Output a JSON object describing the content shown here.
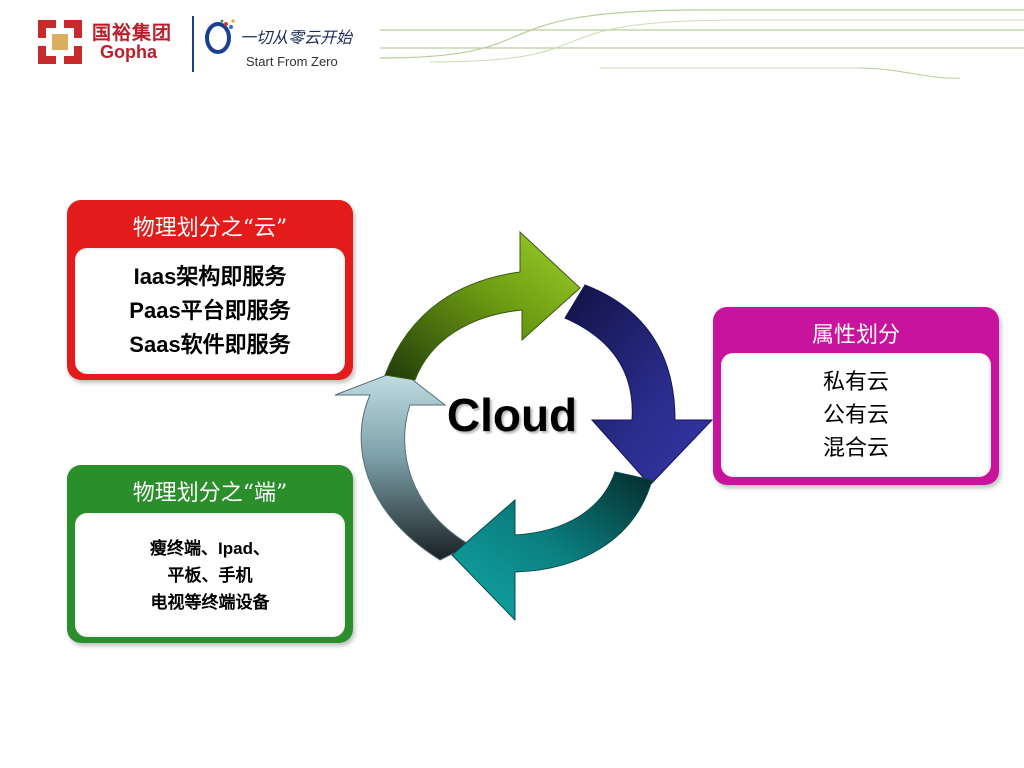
{
  "header": {
    "brand_cn": "国裕集团",
    "brand_en": "Gopha",
    "slogan_cn": "一切从零云开始",
    "slogan_en": "Start From Zero"
  },
  "diagram": {
    "center_label": "Cloud",
    "boxes": [
      {
        "title": "物理划分之“云”",
        "lines": [
          "Iaas架构即服务",
          "Paas平台即服务",
          "Saas软件即服务"
        ]
      },
      {
        "title": "物理划分之“端”",
        "lines": [
          "瘦终端、Ipad、",
          "平板、手机",
          "电视等终端设备"
        ]
      },
      {
        "title": "属性划分",
        "lines": [
          "私有云",
          "公有云",
          "混合云"
        ]
      }
    ],
    "arrow_colors": {
      "top": "#8fc11e",
      "right": "#2b2c8c",
      "bottom": "#0c9595",
      "left": "#a9c9cf"
    },
    "box_colors": {
      "iaas": "#e31b1b",
      "terminal": "#2a8f2a",
      "attr": "#c8139c"
    }
  }
}
